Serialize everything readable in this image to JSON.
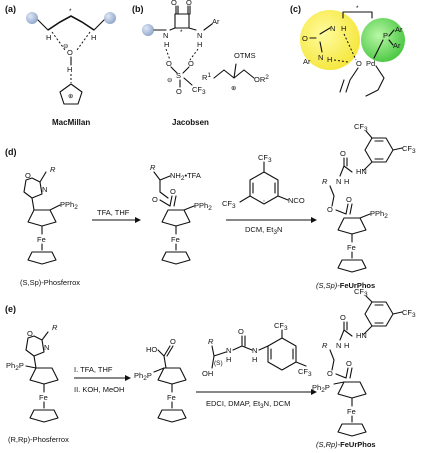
{
  "panel_a": {
    "label": "(a)",
    "name": "MacMillan",
    "star": "*",
    "atoms": {
      "H1": "H",
      "H2": "H",
      "O": "O",
      "Ominus": "⊖",
      "H3": "H",
      "Oplus": "⊕"
    }
  },
  "panel_b": {
    "label": "(b)",
    "name": "Jacobsen",
    "atoms": {
      "O1": "O",
      "O2": "O",
      "star": "*",
      "N1": "N",
      "N2": "N",
      "H1": "H",
      "H2": "H",
      "Ar": "Ar",
      "O3": "O",
      "O4": "O",
      "S": "S",
      "O5": "O",
      "Ominus": "⊖",
      "CF3": "CF",
      "CF3sub": "3",
      "OTMS": "OTMS",
      "R1": "R",
      "R1sup": "1",
      "OR2": "OR",
      "OR2sup": "2",
      "plus": "⊕"
    }
  },
  "panel_c": {
    "label": "(c)",
    "star": "*",
    "atoms": {
      "O": "O",
      "N1": "N",
      "H1": "H",
      "N2": "N",
      "H2": "H",
      "Ar1": "Ar",
      "P": "P",
      "Ar2": "Ar",
      "Ar3": "Ar",
      "H3": "H",
      "O2": "O",
      "Pd": "Pd",
      "Ar4": "Ar"
    }
  },
  "panel_d": {
    "label": "(d)",
    "reagent1": "TFA, THF",
    "reagent2": "DCM, Et",
    "reagent2sub": "3",
    "reagent2tail": "N",
    "sm_name": "(S,Sp)-Phosferrox",
    "product_name_italic": "(S,Sp)-",
    "product_name_bold": "FeUrPhos",
    "atoms": {
      "R": "R",
      "O": "O",
      "N": "N",
      "PPh2": "PPh",
      "PPh2sub": "2",
      "Fe": "Fe",
      "R2": "R",
      "NH2TFA": "NH",
      "NH2sub": "2",
      "TFA": "•TFA",
      "O2": "O",
      "O3": "O",
      "PPh2b": "PPh",
      "PPh2bsub": "2",
      "Fe2": "Fe",
      "CF3a": "CF",
      "CF3asub": "3",
      "CF3b": "F",
      "CF3bpre": "CF",
      "NCO": "NCO",
      "CF3c": "CF",
      "CF3csub": "3",
      "CF3d": "CF",
      "CF3dsub": "3",
      "O4": "O",
      "HN1": "HN",
      "HN2": "N",
      "HN2H": "H",
      "R3": "R",
      "O5": "O",
      "O6": "O",
      "PPh2c": "PPh",
      "PPh2csub": "2",
      "Fe3": "Fe"
    }
  },
  "panel_e": {
    "label": "(e)",
    "reagent1": "I. TFA, THF",
    "reagent2": "II. KOH, MeOH",
    "reagent3": "EDCI, DMAP, Et",
    "reagent3sub": "3",
    "reagent3tail": "N, DCM",
    "sm_name": "(R,Rp)-Phosferrox",
    "product_name_italic": "(S,Rp)-",
    "product_name_bold": "FeUrPhos",
    "atoms": {
      "R": "R",
      "O": "O",
      "N": "N",
      "Ph2P": "Ph",
      "Ph2Psub": "2",
      "Ph2PP": "P",
      "Fe": "Fe",
      "HO": "HO",
      "O2": "O",
      "Ph2Pb": "Ph",
      "Ph2Pbsub": "2",
      "Ph2PbP": "P",
      "Fe2": "Fe",
      "R2": "R",
      "S": "(S)",
      "OH": "OH",
      "N3": "N",
      "H3": "H",
      "N4": "N",
      "H4": "H",
      "O3": "O",
      "CF3a": "CF",
      "CF3asub": "3",
      "CF3b": "CF",
      "CF3bsub": "3",
      "CF3c": "CF",
      "CF3csub": "3",
      "CF3d": "CF",
      "CF3dsub": "3",
      "O4": "O",
      "HN1": "HN",
      "N5": "N",
      "H5": "H",
      "R3": "R",
      "O5": "O",
      "O6": "O",
      "Ph2Pc": "Ph",
      "Ph2Pcsub": "2",
      "Ph2PcP": "P",
      "Fe3": "Fe"
    }
  }
}
